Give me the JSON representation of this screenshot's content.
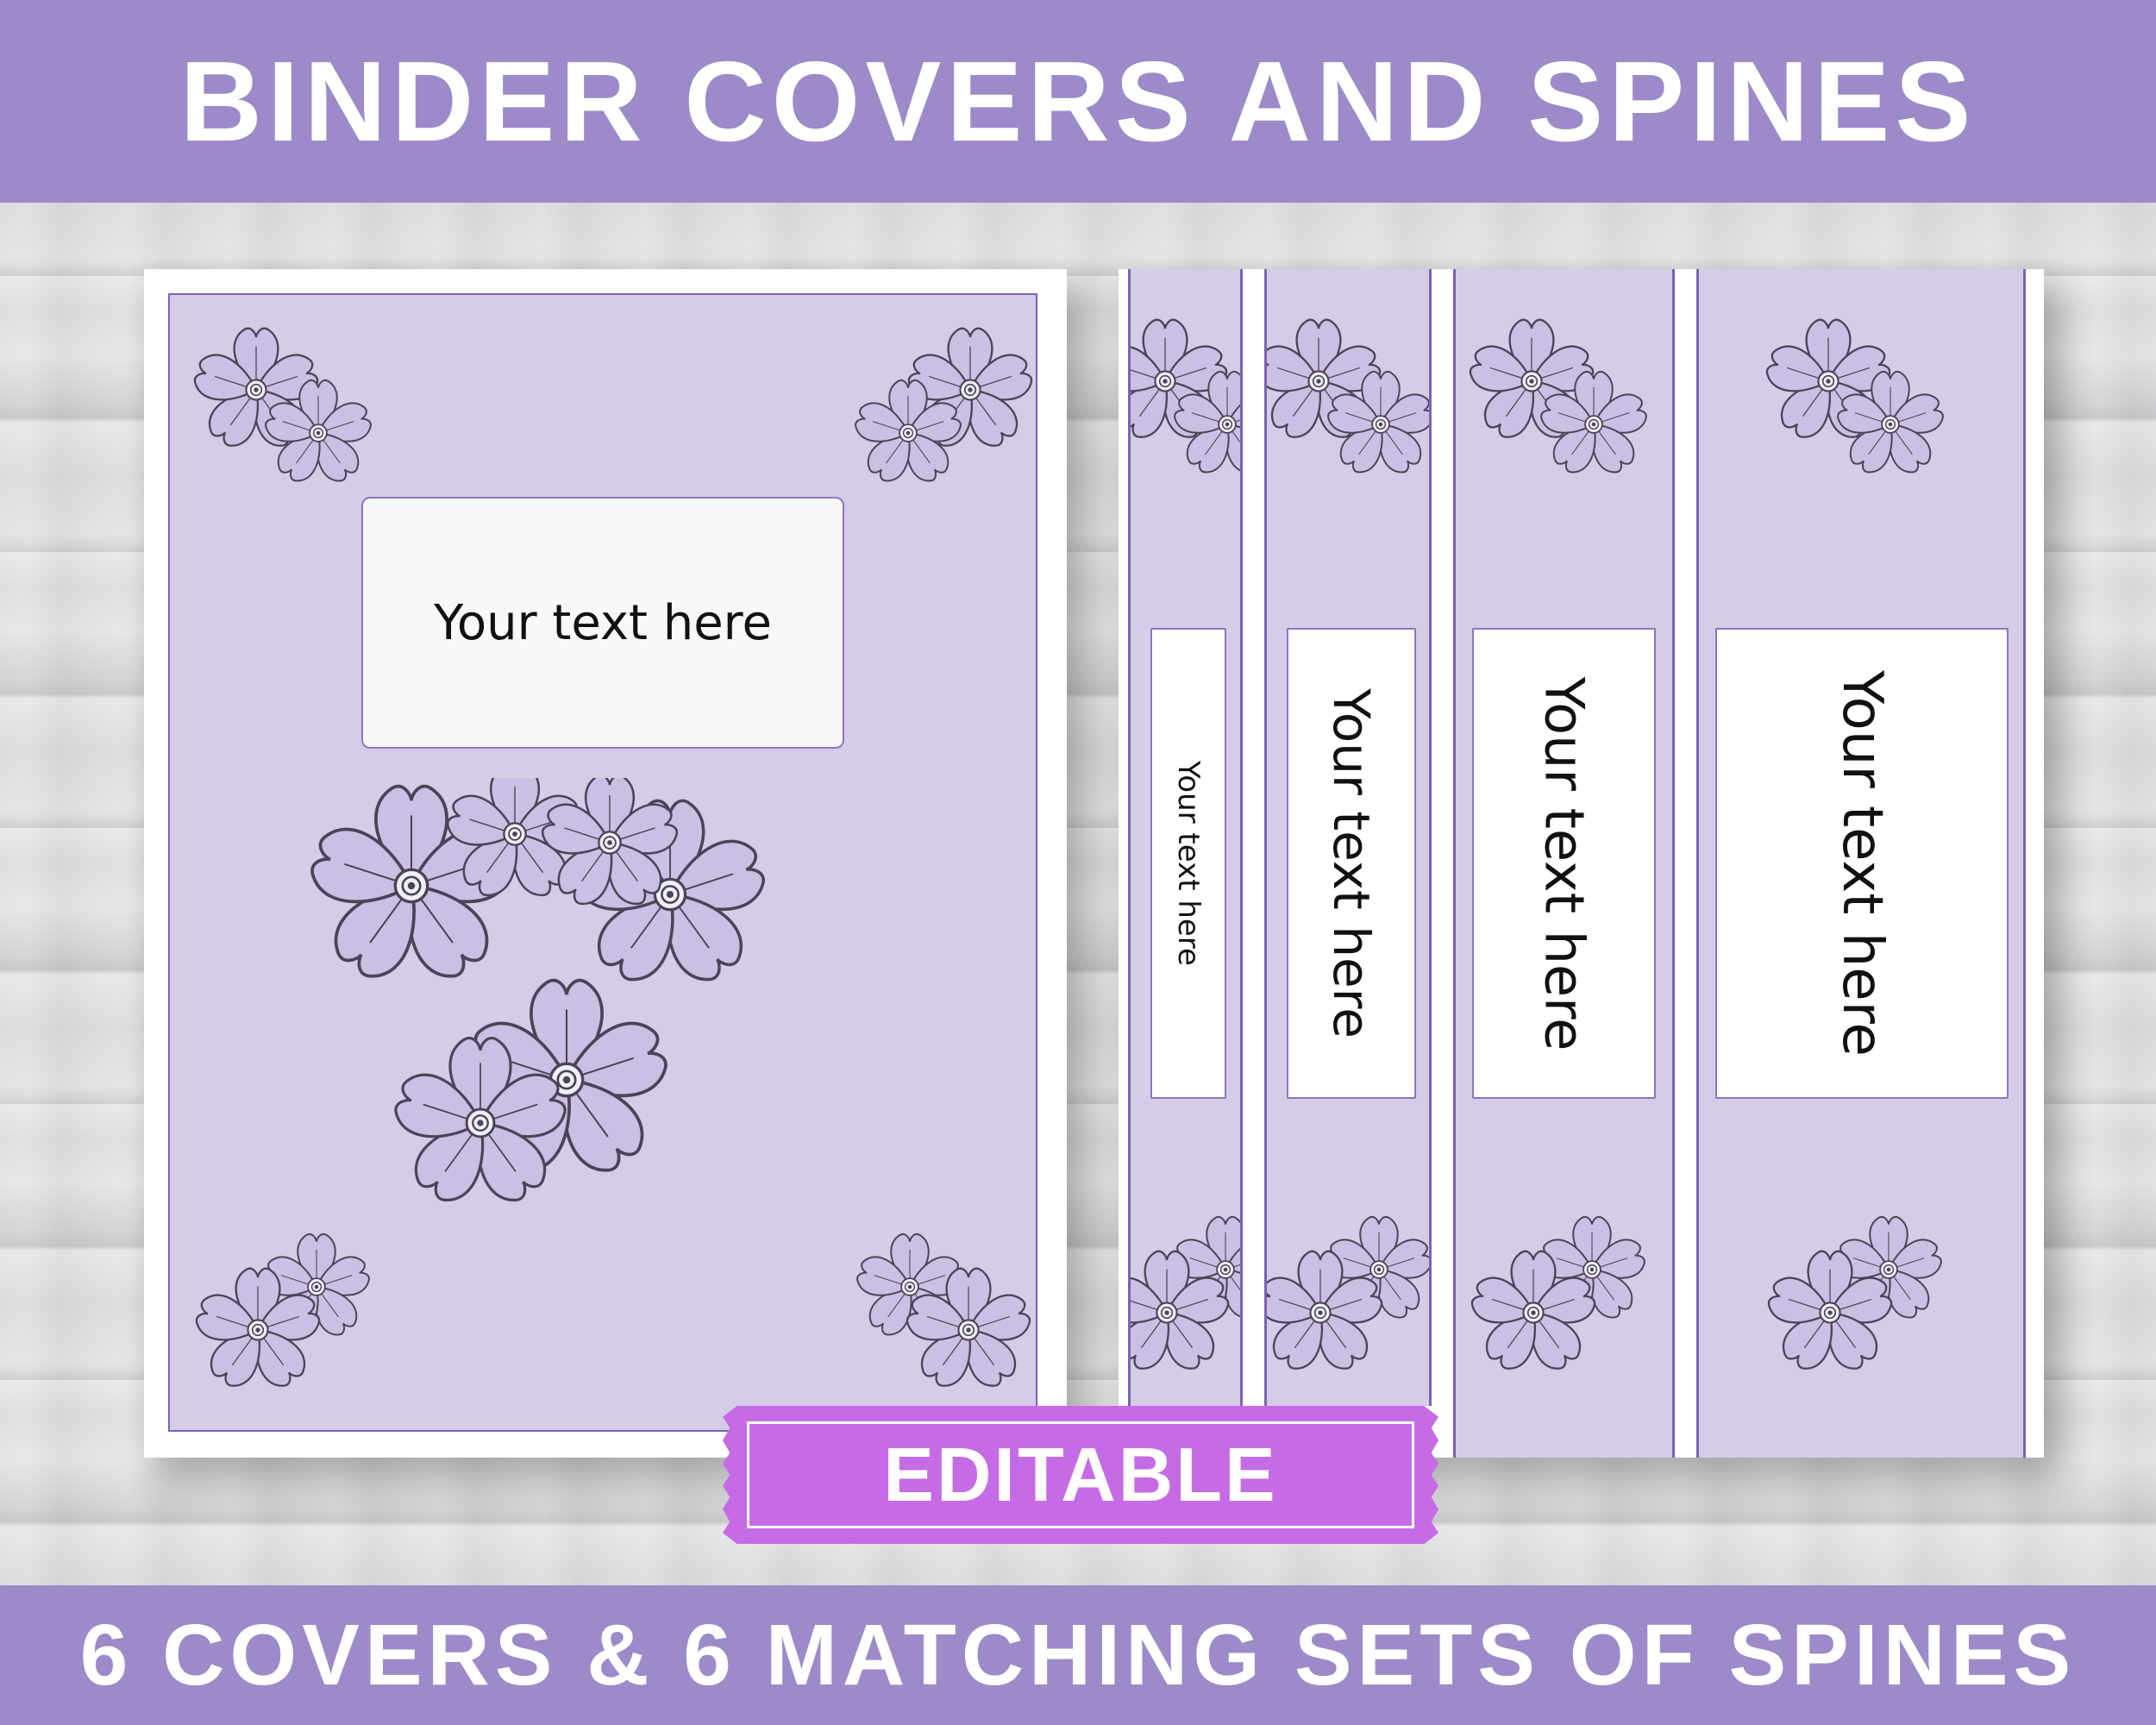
{
  "header": {
    "title": "BINDER COVERS AND SPINES"
  },
  "footer": {
    "subtitle": "6 COVERS & 6 MATCHING SETS OF SPINES"
  },
  "cover": {
    "label": "Your text here"
  },
  "spines": [
    {
      "label": "Your text here"
    },
    {
      "label": "Your text here"
    },
    {
      "label": "Your text here"
    },
    {
      "label": "Your text here"
    }
  ],
  "badge": {
    "label": "EDITABLE"
  },
  "colors": {
    "band": "#9d8ac9",
    "cover_fill": "#d5cce7",
    "border": "#7b63b3",
    "badge": "#c56be6"
  }
}
